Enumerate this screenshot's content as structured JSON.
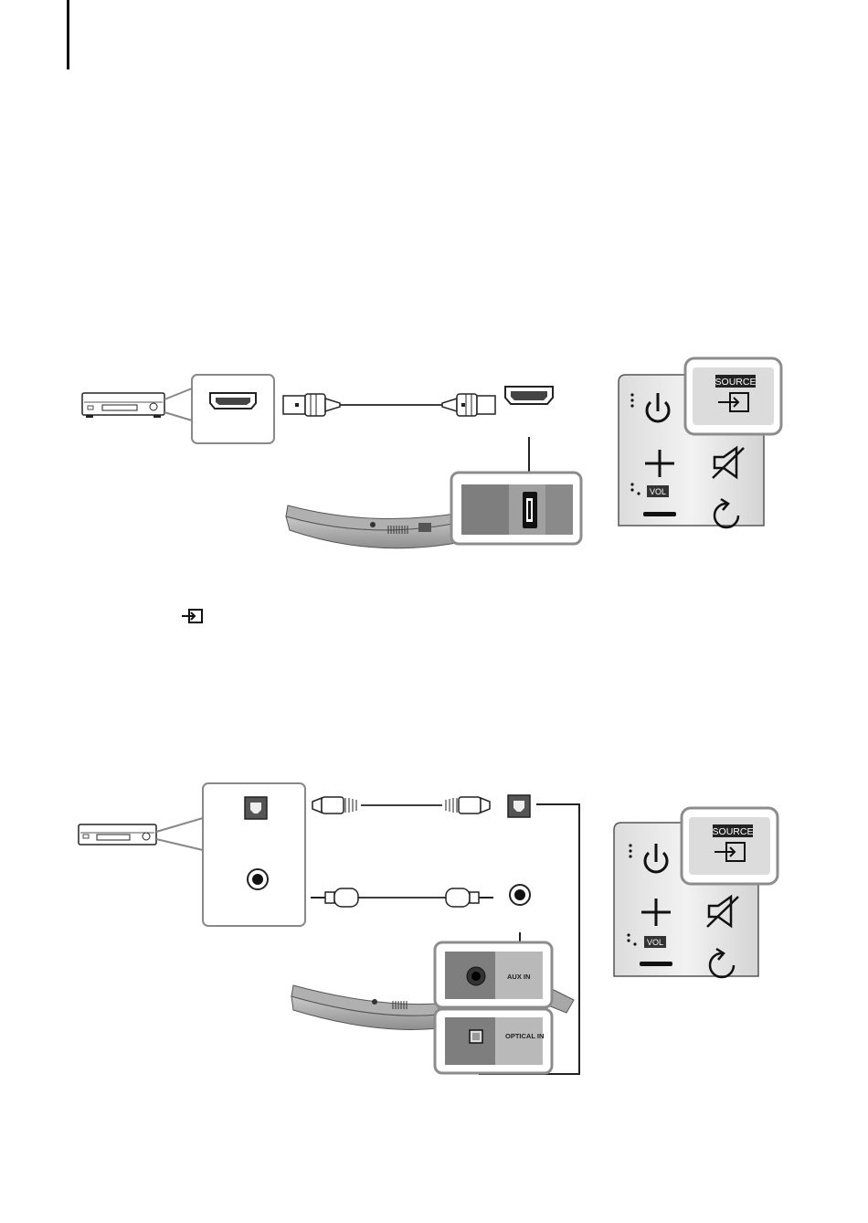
{
  "remote": {
    "source_label": "SOURCE",
    "vol_label": "VOL"
  },
  "soundbar_ports": {
    "aux_in_label": "AUX IN",
    "optical_in_label": "OPTICAL IN"
  },
  "icons": {
    "source": "source-input-icon",
    "power": "power-icon",
    "volume_up": "plus-icon",
    "volume_down": "minus-icon",
    "mute": "mute-icon",
    "repeat": "repeat-icon"
  },
  "colors": {
    "line": "#1a1a1a",
    "highlight_border": "#8c8c8c",
    "remote_body": "#e9e9e9",
    "port_panel_dark": "#7e7e7e",
    "port_panel_light": "#b9b9b9"
  }
}
